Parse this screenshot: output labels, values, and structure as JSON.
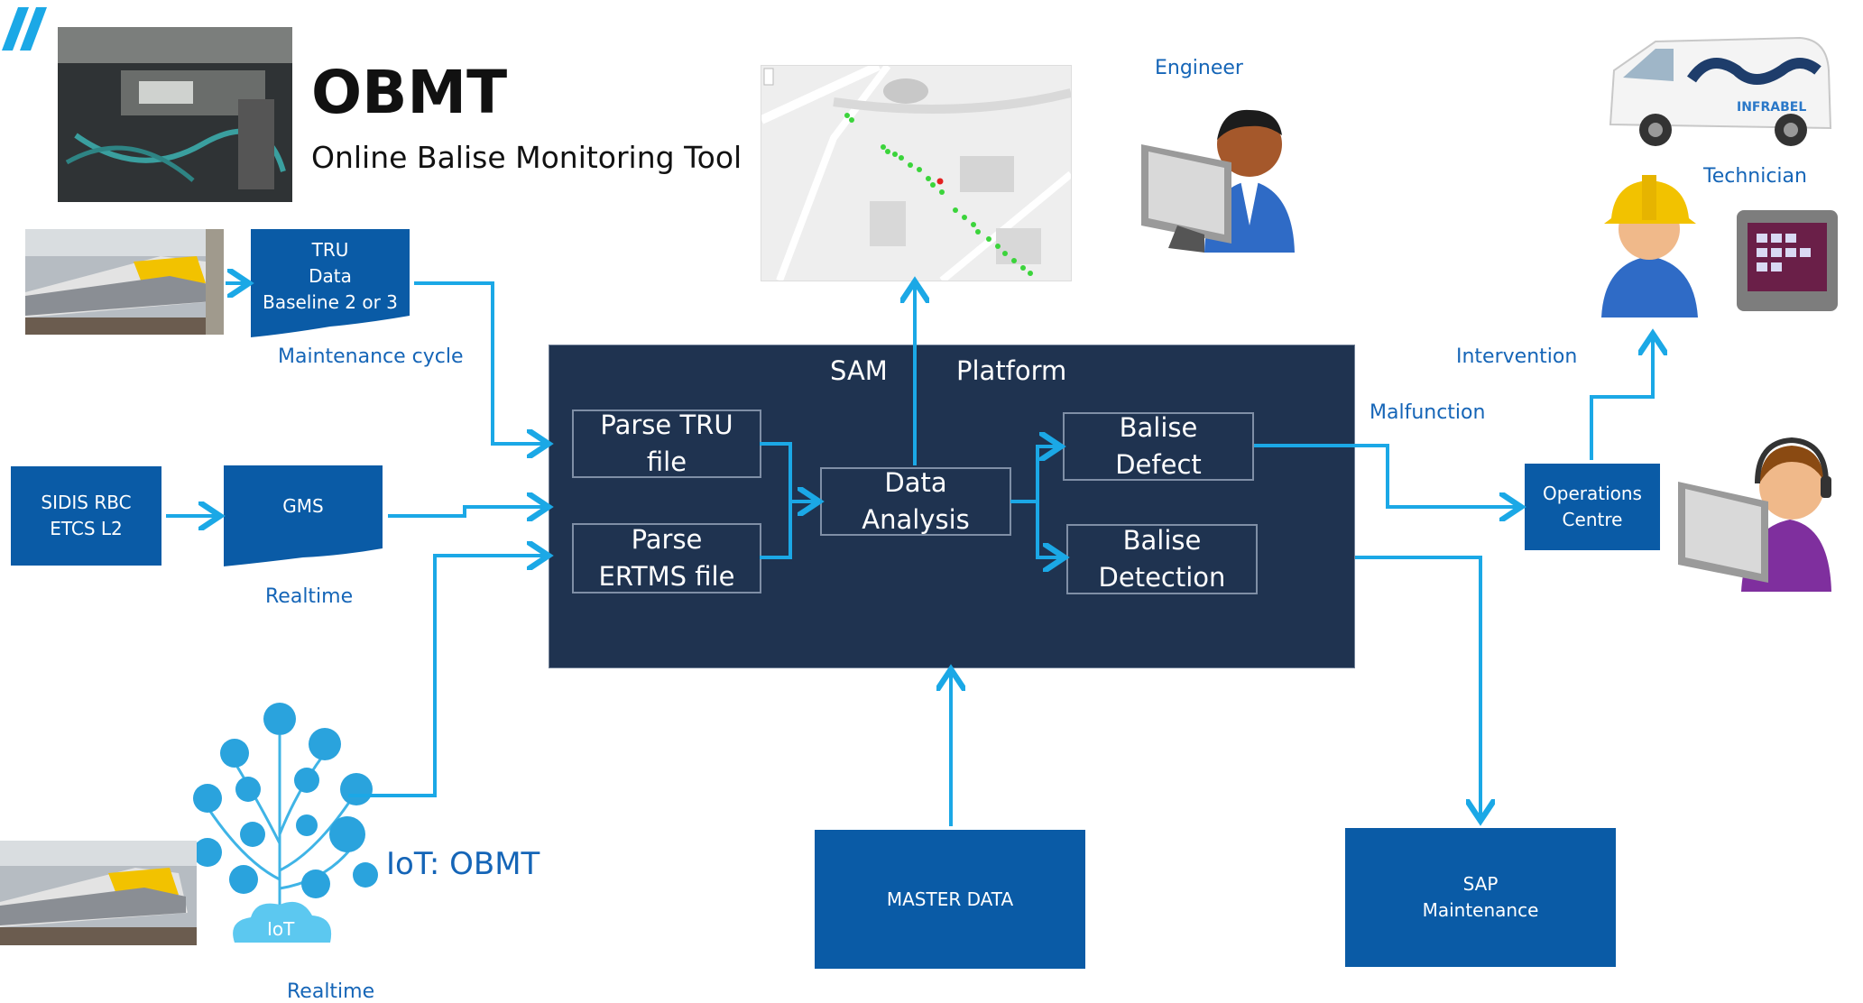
{
  "title": "OBMT",
  "subtitle": "Online Balise Monitoring Tool",
  "sources": {
    "tru_doc": "TRU\nData\nBaseline 2 or 3",
    "maintenance_cycle": "Maintenance cycle",
    "sidis_box": "SIDIS RBC\nETCS L2",
    "gms_doc": "GMS",
    "realtime_1": "Realtime",
    "iot_label": "IoT: OBMT",
    "iot_cloud_text": "IoT",
    "realtime_2": "Realtime"
  },
  "platform": {
    "title_left": "SAM",
    "title_right": "Platform",
    "parse_tru": "Parse TRU\nfile",
    "parse_ertms": "Parse\nERTMS file",
    "data_analysis": "Data\nAnalysis",
    "balise_defect": "Balise\nDefect",
    "balise_detection": "Balise\nDetection"
  },
  "outputs": {
    "engineer": "Engineer",
    "technician": "Technician",
    "van_brand": "INFRABEL",
    "intervention": "Intervention",
    "malfunction": "Malfunction",
    "operations_centre": "Operations\nCentre",
    "master_data": "MASTER DATA",
    "sap_maintenance": "SAP\nMaintenance"
  },
  "colors": {
    "box_blue": "#0a5ba6",
    "platform_navy": "#1f3350",
    "arrow_cyan": "#1ba8e6",
    "label_blue": "#1565b7"
  }
}
